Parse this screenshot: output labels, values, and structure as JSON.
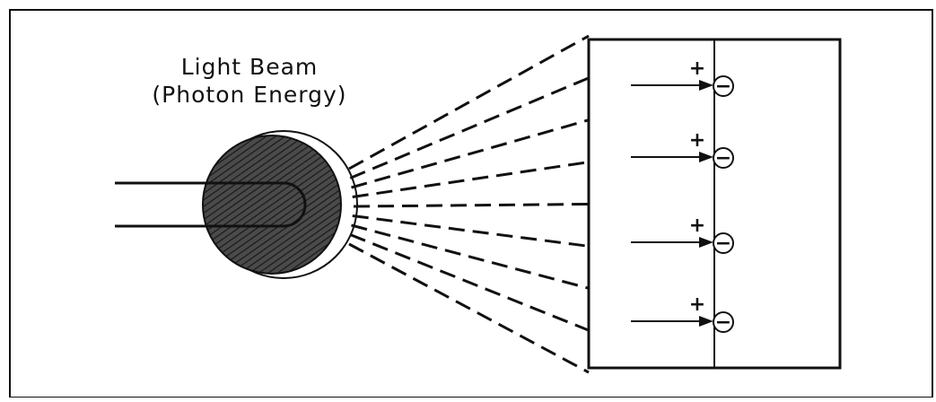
{
  "diagram": {
    "caption_line1": "Light Beam",
    "caption_line2": "(Photon Energy)",
    "charges": [
      {
        "positive": "+",
        "negative": "−"
      },
      {
        "positive": "+",
        "negative": "−"
      },
      {
        "positive": "+",
        "negative": "−"
      },
      {
        "positive": "+",
        "negative": "−"
      }
    ],
    "ray_count": 9,
    "colors": {
      "stroke": "#111111",
      "lamp_fill": "#3a3a3a",
      "background": "#ffffff"
    }
  }
}
